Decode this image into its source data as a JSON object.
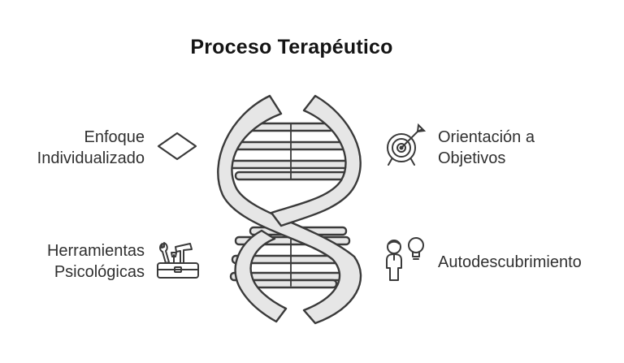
{
  "title": "Proceso Terapéutico",
  "items": {
    "enfoque": {
      "line1": "Enfoque",
      "line2": "Individualizado",
      "icon": "diamond-icon"
    },
    "herramientas": {
      "line1": "Herramientas",
      "line2": "Psicológicas",
      "icon": "toolbox-icon"
    },
    "orientacion": {
      "line1": "Orientación a",
      "line2": "Objetivos",
      "icon": "target-icon"
    },
    "autodescubrimiento": {
      "line1": "Autodescubrimiento",
      "icon": "person-lightbulb-icon"
    }
  },
  "colors": {
    "stroke": "#3a3a3a",
    "fill": "#e6e6e6",
    "text": "#303030"
  }
}
